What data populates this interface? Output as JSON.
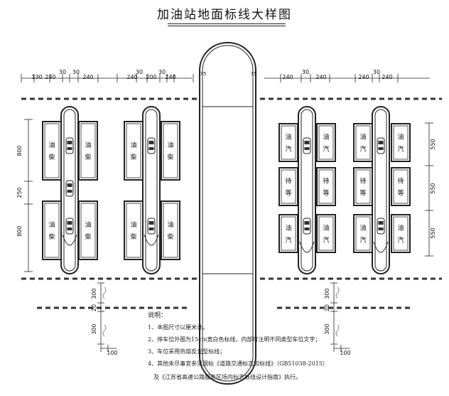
{
  "title": "加油站地面标线大样图",
  "top_dims": {
    "left_group_1": [
      "130",
      "240",
      "30",
      "30",
      "240"
    ],
    "left_group_2": [
      "240",
      "30",
      "200",
      "30",
      "240"
    ],
    "island_width": [
      "75",
      "75"
    ],
    "right_group_1": [
      "240",
      "30",
      "240"
    ],
    "right_group_2": [
      "240",
      "30",
      "240"
    ]
  },
  "left_dims": [
    "800",
    "250",
    "800"
  ],
  "right_dims": [
    "550",
    "550",
    "550"
  ],
  "bottom_dims": {
    "vertical": [
      "300",
      "20",
      "300"
    ],
    "horizontal": "100"
  },
  "pump_labels": {
    "diesel": [
      "油",
      "柴"
    ],
    "gasoline": [
      "油",
      "汽"
    ],
    "waiting": [
      "待",
      "等"
    ]
  },
  "notes": {
    "header": "说明：",
    "items": [
      "1、本图尺寸以厘米计。",
      "2、停车位外圈为15cm宽白色标线，内部可注明不同类型车位文字；",
      "3、车位采用热熔反光型标线；",
      "4、其他未尽事宜参见国标《道路交通标志和标线》（GB51038-2015）",
      "及《江苏省高速公路服务区场内标志标线设计指南》执行。"
    ]
  }
}
